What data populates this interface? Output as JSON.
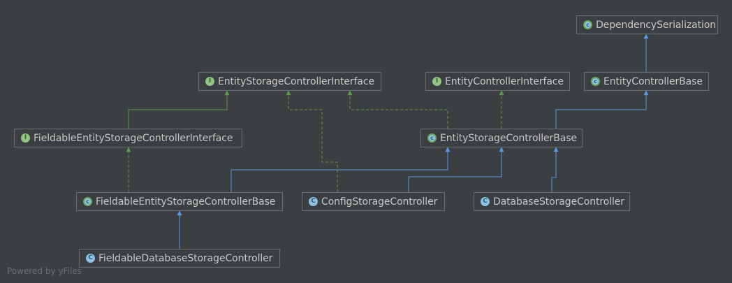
{
  "colors": {
    "background": "#3c3f41",
    "node_border": "#6b6e70",
    "text": "#c8c8c8",
    "extends_edge": "#5897e4",
    "implements_edge": "#5d9a4c"
  },
  "nodes": {
    "dependency_serialization": {
      "label": "DependencySerialization",
      "kind": "abstract-class",
      "badge": "c"
    },
    "entity_storage_controller_interface": {
      "label": "EntityStorageControllerInterface",
      "kind": "interface",
      "badge": "I"
    },
    "entity_controller_interface": {
      "label": "EntityControllerInterface",
      "kind": "interface",
      "badge": "I"
    },
    "entity_controller_base": {
      "label": "EntityControllerBase",
      "kind": "abstract-class",
      "badge": "c"
    },
    "fieldable_entity_storage_controller_interface": {
      "label": "FieldableEntityStorageControllerInterface",
      "kind": "interface",
      "badge": "I"
    },
    "entity_storage_controller_base": {
      "label": "EntityStorageControllerBase",
      "kind": "abstract-class",
      "badge": "c"
    },
    "fieldable_entity_storage_controller_base": {
      "label": "FieldableEntityStorageControllerBase",
      "kind": "abstract-class",
      "badge": "c"
    },
    "config_storage_controller": {
      "label": "ConfigStorageController",
      "kind": "class",
      "badge": "C"
    },
    "database_storage_controller": {
      "label": "DatabaseStorageController",
      "kind": "class",
      "badge": "C"
    },
    "fieldable_database_storage_controller": {
      "label": "FieldableDatabaseStorageController",
      "kind": "class",
      "badge": "C"
    }
  },
  "edges": [
    {
      "from": "entity_controller_base",
      "to": "dependency_serialization",
      "type": "extends"
    },
    {
      "from": "entity_storage_controller_base",
      "to": "entity_controller_base",
      "type": "extends"
    },
    {
      "from": "entity_storage_controller_base",
      "to": "entity_controller_interface",
      "type": "implements"
    },
    {
      "from": "entity_storage_controller_base",
      "to": "entity_storage_controller_interface",
      "type": "implements"
    },
    {
      "from": "fieldable_entity_storage_controller_interface",
      "to": "entity_storage_controller_interface",
      "type": "extends-interface"
    },
    {
      "from": "fieldable_entity_storage_controller_base",
      "to": "fieldable_entity_storage_controller_interface",
      "type": "implements"
    },
    {
      "from": "fieldable_entity_storage_controller_base",
      "to": "entity_storage_controller_base",
      "type": "extends"
    },
    {
      "from": "config_storage_controller",
      "to": "entity_storage_controller_base",
      "type": "extends"
    },
    {
      "from": "config_storage_controller",
      "to": "entity_storage_controller_interface",
      "type": "implements"
    },
    {
      "from": "database_storage_controller",
      "to": "entity_storage_controller_base",
      "type": "extends"
    },
    {
      "from": "fieldable_database_storage_controller",
      "to": "fieldable_entity_storage_controller_base",
      "type": "extends"
    }
  ],
  "watermark": "Powered by yFiles"
}
